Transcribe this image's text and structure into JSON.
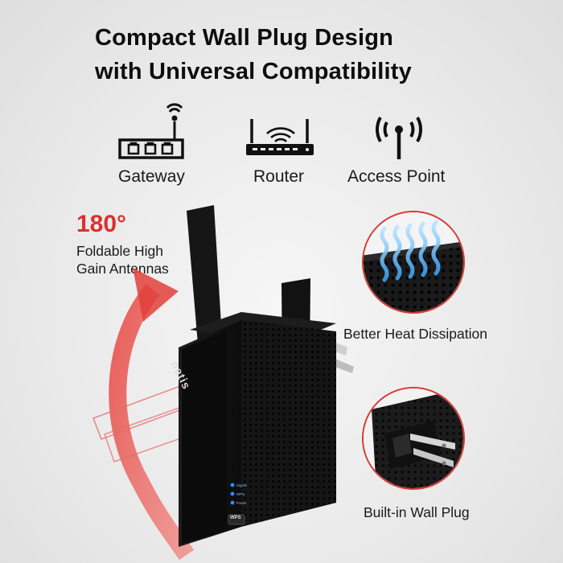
{
  "headline": {
    "line1": "Compact Wall Plug Design",
    "line2": "with Universal Compatibility"
  },
  "sources": [
    {
      "label": "Gateway",
      "icon": "gateway-icon"
    },
    {
      "label": "Router",
      "icon": "router-icon"
    },
    {
      "label": "Access Point",
      "icon": "access-point-icon"
    }
  ],
  "antenna": {
    "degrees": "180°",
    "line1": "Foldable High",
    "line2": "Gain Antennas"
  },
  "device": {
    "brand": "netis",
    "leds": [
      "Signal",
      "WPS",
      "Power"
    ],
    "wps_button": "WPS"
  },
  "callouts": {
    "heat": "Better Heat Dissipation",
    "plug": "Built-in Wall Plug"
  },
  "colors": {
    "accent_red": "#d8322f",
    "led_blue": "#2f8cff",
    "device_black": "#141414"
  }
}
